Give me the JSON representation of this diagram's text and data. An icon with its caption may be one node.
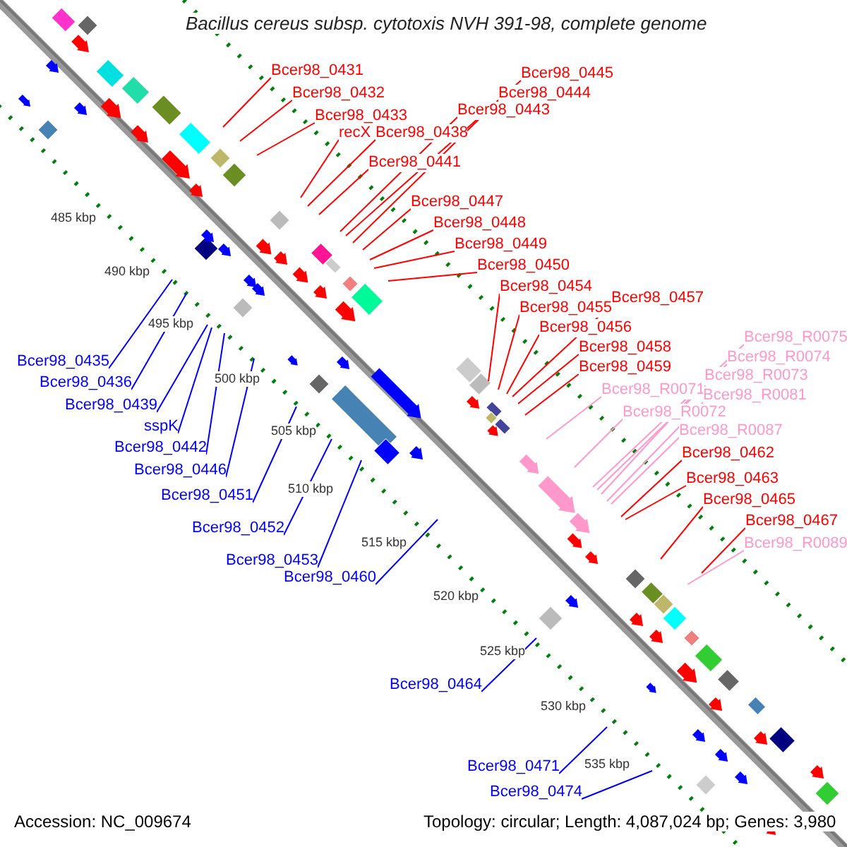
{
  "diagram": {
    "title": "Bacillus cereus subsp. cytotoxis NVH 391-98, complete genome",
    "nodes": [
      {
        "text": [
          "Bcer98_0431"
        ]
      },
      {
        "text": [
          "Bcer98_0432"
        ]
      },
      {
        "text": [
          "Bcer98_0433"
        ]
      },
      {
        "text": [
          "recX"
        ]
      },
      {
        "text": [
          "Bcer98_0438"
        ]
      },
      {
        "text": [
          "Bcer98_0441"
        ]
      },
      {
        "text": [
          "Bcer98_0445"
        ]
      },
      {
        "text": [
          "Bcer98_0444"
        ]
      },
      {
        "text": [
          "Bcer98_0443"
        ]
      },
      {
        "text": [
          "Bcer98_0447"
        ]
      },
      {
        "text": [
          "Bcer98_0448"
        ]
      },
      {
        "text": [
          "Bcer98_0449"
        ]
      },
      {
        "text": [
          "Bcer98_0450"
        ]
      },
      {
        "text": [
          "Bcer98_0454"
        ]
      },
      {
        "text": [
          "Bcer98_0455"
        ]
      },
      {
        "text": [
          "Bcer98_0457"
        ]
      },
      {
        "text": [
          "Bcer98_0456"
        ]
      },
      {
        "text": [
          "Bcer98_0458"
        ]
      },
      {
        "text": [
          "Bcer98_0459"
        ]
      },
      {
        "text": [
          "Bcer98_R0075"
        ]
      },
      {
        "text": [
          "Bcer98_R0074"
        ]
      },
      {
        "text": [
          "Bcer98_R0073"
        ]
      },
      {
        "text": [
          "Bcer98_R0071"
        ]
      },
      {
        "text": [
          "Bcer98_R0081"
        ]
      },
      {
        "text": [
          "Bcer98_R0072"
        ]
      },
      {
        "text": [
          "Bcer98_R0087"
        ]
      },
      {
        "text": [
          "Bcer98_0462"
        ]
      },
      {
        "text": [
          "Bcer98_0463"
        ]
      },
      {
        "text": [
          "Bcer98_0465"
        ]
      },
      {
        "text": [
          "Bcer98_0467"
        ]
      },
      {
        "text": [
          "Bcer98_R0089"
        ]
      },
      {
        "text": [
          "Bcer98_0435"
        ]
      },
      {
        "text": [
          "Bcer98_0436"
        ]
      },
      {
        "text": [
          "Bcer98_0439"
        ]
      },
      {
        "text": [
          "sspK"
        ]
      },
      {
        "text": [
          "Bcer98_0442"
        ]
      },
      {
        "text": [
          "Bcer98_0446"
        ]
      },
      {
        "text": [
          "Bcer98_0451"
        ]
      },
      {
        "text": [
          "Bcer98_0452"
        ]
      },
      {
        "text": [
          "Bcer98_0453"
        ]
      },
      {
        "text": [
          "Bcer98_0460"
        ]
      },
      {
        "text": [
          "Bcer98_0464"
        ]
      },
      {
        "text": [
          "Bcer98_0471"
        ]
      },
      {
        "text": [
          "Bcer98_0474"
        ]
      }
    ],
    "edges": [
      {
        "from": 0,
        "to": null,
        "arrow": "none"
      },
      {
        "from": 1,
        "to": null,
        "arrow": "none"
      },
      {
        "from": 2,
        "to": null,
        "arrow": "none"
      },
      {
        "from": 3,
        "to": null,
        "arrow": "none"
      },
      {
        "from": 4,
        "to": null,
        "arrow": "none"
      },
      {
        "from": 5,
        "to": null,
        "arrow": "none"
      },
      {
        "from": 6,
        "to": null,
        "arrow": "none"
      },
      {
        "from": 7,
        "to": null,
        "arrow": "none"
      },
      {
        "from": 8,
        "to": null,
        "arrow": "none"
      },
      {
        "from": 9,
        "to": null,
        "arrow": "none"
      },
      {
        "from": 10,
        "to": null,
        "arrow": "none"
      },
      {
        "from": 11,
        "to": null,
        "arrow": "none"
      },
      {
        "from": 12,
        "to": null,
        "arrow": "none"
      },
      {
        "from": 13,
        "to": null,
        "arrow": "none"
      },
      {
        "from": 14,
        "to": null,
        "arrow": "none"
      },
      {
        "from": 15,
        "to": null,
        "arrow": "none"
      },
      {
        "from": 16,
        "to": null,
        "arrow": "none"
      },
      {
        "from": 17,
        "to": null,
        "arrow": "none"
      },
      {
        "from": 18,
        "to": null,
        "arrow": "none"
      },
      {
        "from": 19,
        "to": null,
        "arrow": "none",
        "color": "#ff99cc"
      },
      {
        "from": 20,
        "to": null,
        "arrow": "none",
        "color": "#ff99cc"
      },
      {
        "from": 21,
        "to": null,
        "arrow": "none",
        "color": "#ff99cc"
      },
      {
        "from": 22,
        "to": null,
        "arrow": "none",
        "color": "#ff99cc"
      },
      {
        "from": 23,
        "to": null,
        "arrow": "none",
        "color": "#ff99cc"
      },
      {
        "from": 24,
        "to": null,
        "arrow": "none",
        "color": "#ff99cc"
      },
      {
        "from": 25,
        "to": null,
        "arrow": "none",
        "color": "#ff99cc"
      },
      {
        "from": 26,
        "to": null,
        "arrow": "none"
      },
      {
        "from": 27,
        "to": null,
        "arrow": "none"
      },
      {
        "from": 28,
        "to": null,
        "arrow": "none"
      },
      {
        "from": 29,
        "to": null,
        "arrow": "none"
      },
      {
        "from": 30,
        "to": null,
        "arrow": "none",
        "color": "#ff99cc"
      },
      {
        "from": 31,
        "to": null,
        "arrow": "none",
        "color": "#0000ff"
      },
      {
        "from": 32,
        "to": null,
        "arrow": "none",
        "color": "#0000ff"
      },
      {
        "from": 33,
        "to": null,
        "arrow": "none",
        "color": "#0000ff"
      },
      {
        "from": 34,
        "to": null,
        "arrow": "none",
        "color": "#0000ff"
      },
      {
        "from": 35,
        "to": null,
        "arrow": "none",
        "color": "#0000ff"
      },
      {
        "from": 36,
        "to": null,
        "arrow": "none",
        "color": "#0000ff"
      },
      {
        "from": 37,
        "to": null,
        "arrow": "none",
        "color": "#0000ff"
      },
      {
        "from": 38,
        "to": null,
        "arrow": "none",
        "color": "#0000ff"
      },
      {
        "from": 39,
        "to": null,
        "arrow": "none",
        "color": "#0000ff"
      },
      {
        "from": 40,
        "to": null,
        "arrow": "none",
        "color": "#0000ff"
      },
      {
        "from": 41,
        "to": null,
        "arrow": "none",
        "color": "#0000ff"
      },
      {
        "from": 42,
        "to": null,
        "arrow": "none",
        "color": "#0000ff"
      },
      {
        "from": 43,
        "to": null,
        "arrow": "none",
        "color": "#0000ff"
      }
    ],
    "labels": [
      "485 kbp",
      "490 kbp",
      "495 kbp",
      "500 kbp",
      "505 kbp",
      "510 kbp",
      "515 kbp",
      "520 kbp",
      "525 kbp",
      "530 kbp",
      "535 kbp",
      "Accession: NC_009674",
      "Topology: circular; Length: 4,087,024 bp; Genes: 3,980"
    ]
  }
}
